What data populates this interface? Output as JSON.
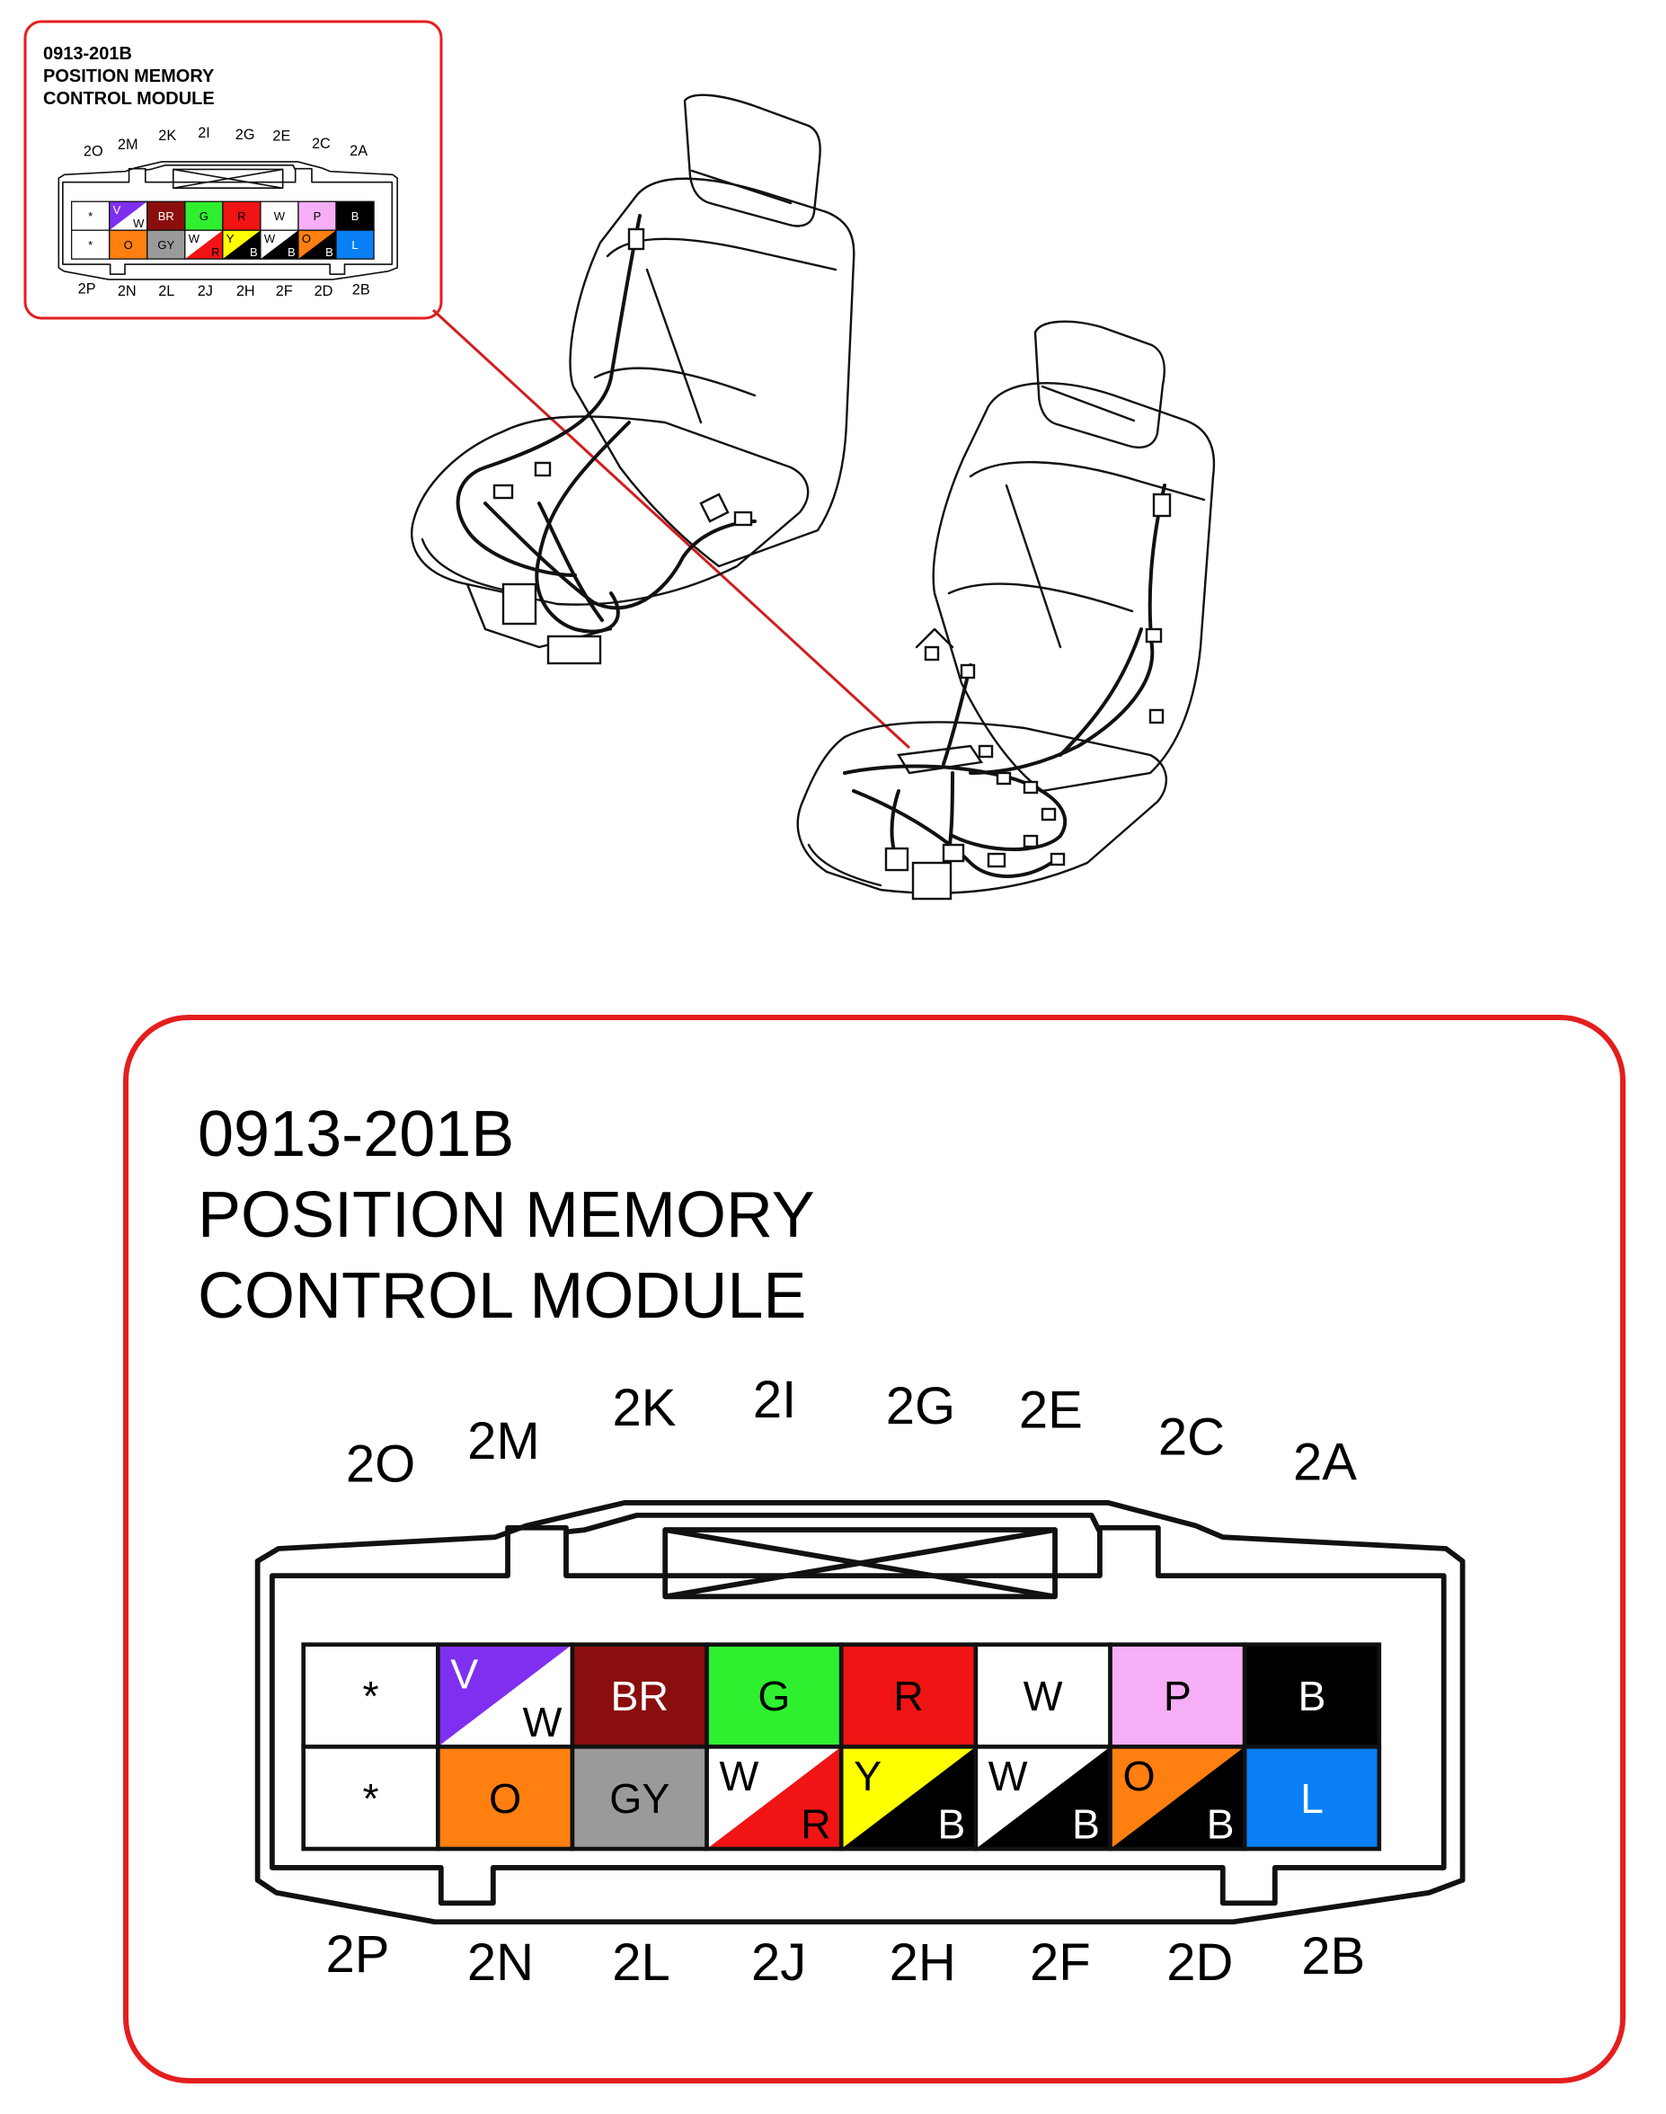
{
  "module": {
    "code": "0913-201B",
    "title_line1": "POSITION MEMORY",
    "title_line2": "CONTROL MODULE"
  },
  "connector": {
    "top_labels": [
      "2O",
      "2M",
      "2K",
      "2I",
      "2G",
      "2E",
      "2C",
      "2A"
    ],
    "bottom_labels": [
      "2P",
      "2N",
      "2L",
      "2J",
      "2H",
      "2F",
      "2D",
      "2B"
    ],
    "top_row": [
      {
        "primary": "*",
        "primary_color": "#ffffff"
      },
      {
        "primary": "V",
        "secondary": "W",
        "primary_color": "#7f2fef",
        "secondary_color": "#ffffff"
      },
      {
        "primary": "BR",
        "primary_color": "#8b0e0e"
      },
      {
        "primary": "G",
        "primary_color": "#2ef02e"
      },
      {
        "primary": "R",
        "primary_color": "#f01414"
      },
      {
        "primary": "W",
        "primary_color": "#ffffff"
      },
      {
        "primary": "P",
        "primary_color": "#f6aef6"
      },
      {
        "primary": "B",
        "primary_color": "#000000"
      }
    ],
    "bottom_row": [
      {
        "primary": "*",
        "primary_color": "#ffffff"
      },
      {
        "primary": "O",
        "primary_color": "#ff7f10"
      },
      {
        "primary": "GY",
        "primary_color": "#9a9a9a"
      },
      {
        "primary": "W",
        "secondary": "R",
        "primary_color": "#ffffff",
        "secondary_color": "#f01414"
      },
      {
        "primary": "Y",
        "secondary": "B",
        "primary_color": "#ffff00",
        "secondary_color": "#000000"
      },
      {
        "primary": "W",
        "secondary": "B",
        "primary_color": "#ffffff",
        "secondary_color": "#000000"
      },
      {
        "primary": "O",
        "secondary": "B",
        "primary_color": "#ff7f10",
        "secondary_color": "#000000"
      },
      {
        "primary": "L",
        "primary_color": "#0a7ff5"
      }
    ]
  },
  "colors": {
    "callout_border": "#e41e1e",
    "leader_line": "#d21e1e",
    "outline": "#111111"
  }
}
